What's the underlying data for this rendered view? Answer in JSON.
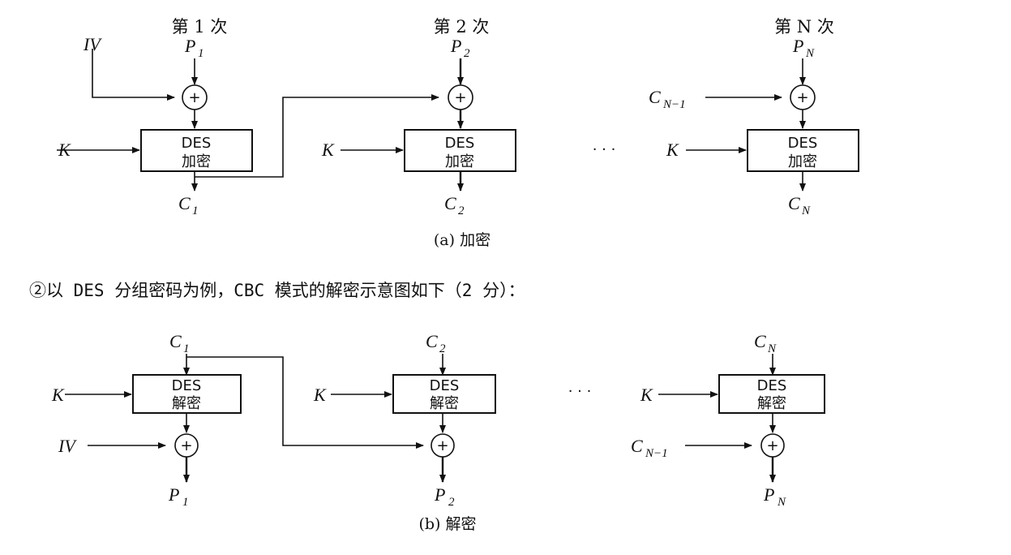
{
  "encrypt": {
    "rounds": [
      {
        "header": "第 1 次",
        "plain": "P",
        "plain_sub": "1",
        "chain": "IV",
        "chain_sub": "",
        "key": "K",
        "box1": "DES",
        "box2": "加密",
        "cipher": "C",
        "cipher_sub": "1"
      },
      {
        "header": "第 2 次",
        "plain": "P",
        "plain_sub": "2",
        "chain": "",
        "chain_sub": "",
        "key": "K",
        "box1": "DES",
        "box2": "加密",
        "cipher": "C",
        "cipher_sub": "2"
      },
      {
        "header": "第 N 次",
        "plain": "P",
        "plain_sub": "N",
        "chain": "C",
        "chain_sub": "N−1",
        "key": "K",
        "box1": "DES",
        "box2": "加密",
        "cipher": "C",
        "cipher_sub": "N"
      }
    ],
    "ellipsis": "· · ·",
    "caption": "(a)  加密"
  },
  "note": "②以 DES 分组密码为例，CBC 模式的解密示意图如下（2 分）：",
  "decrypt": {
    "rounds": [
      {
        "cipher": "C",
        "cipher_sub": "1",
        "key": "K",
        "box1": "DES",
        "box2": "解密",
        "chain": "IV",
        "chain_sub": "",
        "plain": "P",
        "plain_sub": "1"
      },
      {
        "cipher": "C",
        "cipher_sub": "2",
        "key": "K",
        "box1": "DES",
        "box2": "解密",
        "chain": "",
        "chain_sub": "",
        "plain": "P",
        "plain_sub": "2"
      },
      {
        "cipher": "C",
        "cipher_sub": "N",
        "key": "K",
        "box1": "DES",
        "box2": "解密",
        "chain": "C",
        "chain_sub": "N−1",
        "plain": "P",
        "plain_sub": "N"
      }
    ],
    "ellipsis": "· · ·",
    "caption": "(b)  解密"
  },
  "xor_symbol": "+"
}
